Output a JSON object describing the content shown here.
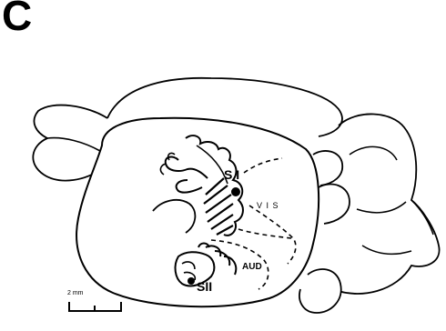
{
  "figure": {
    "panel_letter": "C",
    "labels": {
      "s1": "S I",
      "s2": "SII",
      "vis": "V I S",
      "aud": "AUD"
    },
    "scale_bar": {
      "text": "2 mm"
    },
    "colors": {
      "ink": "#000000",
      "shading": "#bdbdbd",
      "background": "#ffffff"
    }
  }
}
